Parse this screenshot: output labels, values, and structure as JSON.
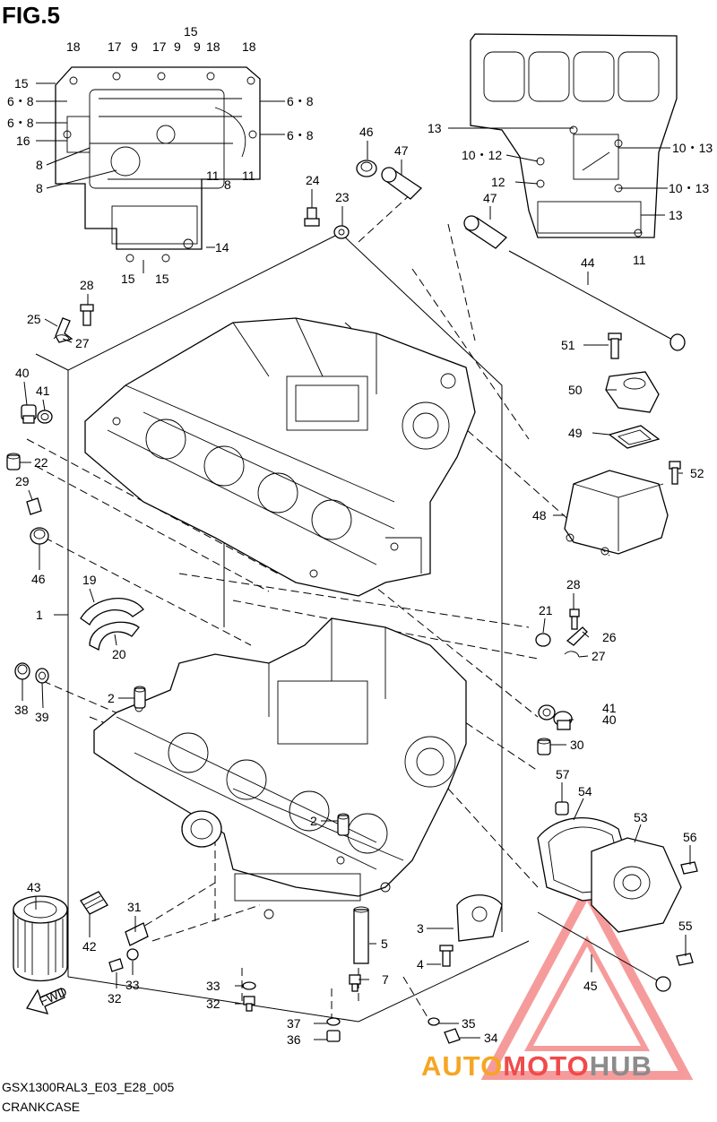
{
  "figure": {
    "title": "FIG.5",
    "code": "GSX1300RAL3_E03_E28_005",
    "name": "CRANKCASE"
  },
  "watermark": {
    "brand_part_1": "AUTO",
    "brand_part_2": "MOTO",
    "brand_part_3": "HUB",
    "colors": {
      "auto": "#f5a623",
      "moto": "#f04a4a",
      "hub": "#8c8c8c",
      "triangle": "#f04a4a"
    }
  },
  "fwd_icon": {
    "label": "FWD"
  },
  "callouts": {
    "c1": "1",
    "c2a": "2",
    "c2b": "2",
    "c3": "3",
    "c4": "4",
    "c5": "5",
    "c7": "7",
    "c6_8a": "6・8",
    "c6_8b": "6・8",
    "c6_8c": "6・8",
    "c6_8d": "6・8",
    "c8a": "8",
    "c8b": "8",
    "c8c": "8",
    "c9a": "9",
    "c9b": "9",
    "c9c": "9",
    "c10_12": "10・12",
    "c10_13a": "10・13",
    "c10_13b": "10・13",
    "c11a": "11",
    "c11b": "11",
    "c11c": "11",
    "c12": "12",
    "c13a": "13",
    "c13b": "13",
    "c14": "14",
    "c15a": "15",
    "c15b": "15",
    "c15c": "15",
    "c15d": "15",
    "c16": "16",
    "c17a": "17",
    "c17b": "17",
    "c18a": "18",
    "c18b": "18",
    "c18c": "18",
    "c19": "19",
    "c20": "20",
    "c21": "21",
    "c22": "22",
    "c23": "23",
    "c24": "24",
    "c25": "25",
    "c26": "26",
    "c27a": "27",
    "c27b": "27",
    "c28a": "28",
    "c28b": "28",
    "c29": "29",
    "c30": "30",
    "c31": "31",
    "c32a": "32",
    "c32b": "32",
    "c33a": "33",
    "c33b": "33",
    "c34": "34",
    "c35": "35",
    "c36": "36",
    "c37": "37",
    "c38": "38",
    "c39": "39",
    "c40a": "40",
    "c40b": "40",
    "c41a": "41",
    "c41b": "41",
    "c42": "42",
    "c43": "43",
    "c44": "44",
    "c45": "45",
    "c46a": "46",
    "c46b": "46",
    "c47a": "47",
    "c47b": "47",
    "c48": "48",
    "c49": "49",
    "c50": "50",
    "c51": "51",
    "c52": "52",
    "c53": "53",
    "c54": "54",
    "c55": "55",
    "c56": "56",
    "c57": "57"
  }
}
